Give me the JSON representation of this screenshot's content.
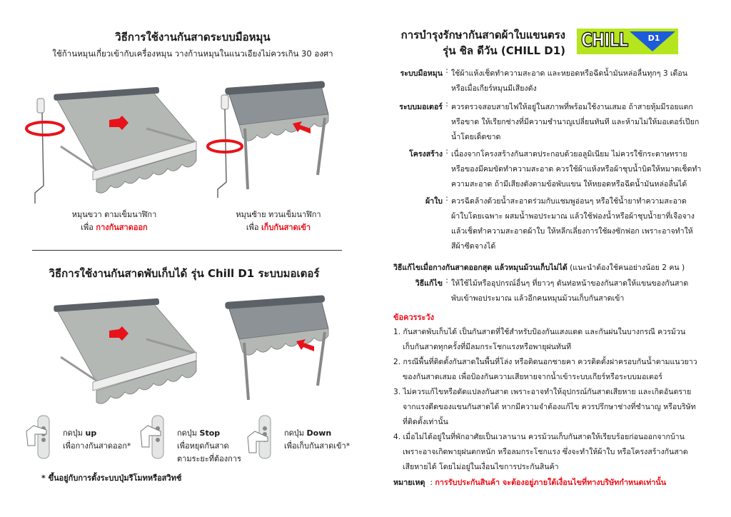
{
  "left": {
    "manual_title": "วิธีการใช้งานกันสาดระบบมือหมุน",
    "manual_subtitle": "ใช้ก้านหมุนเกี่ยวเข้ากับเครื่องหมุน วางก้านหมุนในแนวเอียงไม่ควรเกิน 30 องศา",
    "caption_open": {
      "line1": "หมุนขวา ตามเข็มนาฬิกา",
      "prefix": "เพื่อ",
      "action": "กางกันสาดออก"
    },
    "caption_close": {
      "line1": "หมุนซ้าย ทวนเข็มนาฬิกา",
      "prefix": "เพื่อ",
      "action": "เก็บกันสาดเข้า"
    },
    "motor_title": "วิธีการใช้งานกันสาดพับเก็บได้ รุ่น Chill D1 ระบบมอเตอร์",
    "remotes": [
      {
        "prefix": "กดปุ่ม",
        "button": "up",
        "lines": [
          "เพื่อกางกันสาดออก*"
        ]
      },
      {
        "prefix": "กดปุ่ม",
        "button": "Stop",
        "lines": [
          "เพื่อหยุดกันสาด",
          "ตามระยะที่ต้องการ"
        ]
      },
      {
        "prefix": "กดปุ่ม",
        "button": "Down",
        "lines": [
          "เพื่อเก็บกันสาดเข้า*"
        ]
      }
    ],
    "footnote": "* ขึ้นอยู่กับการตั้งระบบปุ่มรีโมทหรือสวิทช์"
  },
  "right": {
    "title_line1": "การบำรุงรักษากันสาดผ้าใบแขนตรง",
    "title_line2": "รุ่น ชิล ดีวัน (CHILL D1)",
    "logo": {
      "word": "CHILL",
      "badge": "D1",
      "bg": "#b5e61d",
      "badge_color": "#1e5bd8"
    },
    "sections": [
      {
        "label": "ระบบมือหมุน",
        "lines": [
          "ใช้ผ้าแห้งเช็ดทำความสะอาด และหยอดหรือฉีดน้ำมันหล่อลื่นทุกๆ 3 เดือน",
          "หรือเมื่อเกียร์หมุนมีเสียงดัง"
        ]
      },
      {
        "label": "ระบบมอเตอร์",
        "lines": [
          "ควรตรวจสอบสายไฟให้อยู่ในสภาพที่พร้อมใช้งานเสมอ ถ้าสายหุ้มมีรอยแตก",
          "หรือขาด ให้เรียกช่างที่มีความชำนาญเปลี่ยนทันที และห้ามไม่ให้มอเตอร์เปียก",
          "น้ำโดยเด็ดขาด"
        ]
      },
      {
        "label": "โครงสร้าง",
        "lines": [
          "เนื่องจากโครงสร้างกันสาดประกอบด้วยอลูมิเนียม ไม่ควรใช้กระดาษทราย",
          "หรือของมีคมขัดทำความสะอาด ควรใช้ผ้าแห้งหรือผ้าชุบน้ำบิดให้หมาดเช็ดทำ",
          "ความสะอาด ถ้ามีเสียงดังตามข้อพับแขน ให้หยอดหรือฉีดน้ำมันหล่อลื่นได้"
        ]
      },
      {
        "label": "ผ้าใบ",
        "lines": [
          "ควรฉีดล้างด้วยน้ำสะอาดร่วมกับแชมพูอ่อนๆ หรือใช้น้ำยาทำความสะอาด",
          "ผ้าใบโดยเฉพาะ ผสมน้ำพอประมาณ แล้วใช้ฟองน้ำหรือผ้าชุบน้ำยาที่เจือจาง",
          "แล้วเช็ดทำความสะอาดผ้าใบ ให้หลีกเลี่ยงการใช้ผงซักฟอก เพราะอาจทำให้",
          "สีผ้าซีดจางได้"
        ]
      }
    ],
    "fix_heading": "วิธีแก้ไขเมื่อกางกันสาดออกสุด แล้วหมุนม้วนเก็บไม่ได้",
    "fix_note": "(แนะนำต้องใช้คนอย่างน้อย 2 คน )",
    "fix": {
      "label": "วิธีแก้ไข",
      "lines": [
        "ให้ใช้ไม้หรืออุปกรณ์อื่นๆ ที่ยาวๆ ดันท่อหน้าของกันสาดให้แขนของกันสาด",
        "พับเข้าพอประมาณ แล้วอีกคนหมุนม้วนเก็บกันสาดเข้า"
      ]
    },
    "caution_heading": "ข้อควรระวัง",
    "cautions": [
      [
        "1. กันสาดพับเก็บได้ เป็นกันสาดที่ใช้สำหรับป้องกันแสงแดด และกันฝนในบางกรณี ควรม้วน",
        "เก็บกันสาดทุกครั้งที่มีลมกระโชกแรงหรือพายุฝนทันที"
      ],
      [
        "2. กรณีพื้นที่ติดตั้งกันสาดในพื้นที่โล่ง หรือติดนอกชายคา ควรติดตั้งฝาครอบกันน้ำตามแนวยาว",
        "ของกันสาดเสมอ เพื่อป้องกันความเสียหายจากน้ำเข้าระบบเกียร์หรือระบบมอเตอร์"
      ],
      [
        "3. ไม่ควรแก้ไขหรือดัดแปลงกันสาด เพราะอาจทำให้อุปกรณ์กันสาดเสียหาย และเกิดอันตราย",
        "จากแรงดีดของแขนกันสาดได้ หากมีความจำต้องแก้ไข ควรปรึกษาช่างที่ชำนาญ หรือบริษัท",
        "ที่ติดตั้งเท่านั้น"
      ],
      [
        "4. เมื่อไม่ได้อยู่ในที่พักอาศัยเป็นเวลานาน ควรม้วนเก็บกันสาดให้เรียบร้อยก่อนออกจากบ้าน",
        "เพราะอาจเกิดพายุฝนตกหนัก หรือลมกระโชกแรง ซึ่งจะทำให้ผ้าใบ หรือโครงสร้างกันสาด",
        "เสียหายได้ โดยไม่อยู่ในเงื่อนไขการประกันสินค้า"
      ]
    ],
    "note_label": "หมายเหตุ",
    "note_text": "การรับประกันสินค้า จะต้องอยู่ภายใต้เงื่อนไขที่ทางบริษัทกำหนดเท่านั้น"
  },
  "colors": {
    "accent_red": "#e8121b",
    "fabric": "#aeb3b0",
    "roller": "#5b6166"
  }
}
